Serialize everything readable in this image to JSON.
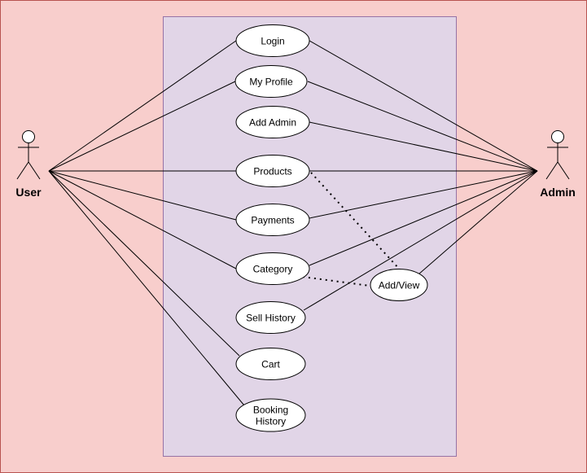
{
  "diagram": {
    "actors": {
      "user": {
        "label": "User"
      },
      "admin": {
        "label": "Admin"
      }
    },
    "use_cases": {
      "login": {
        "label": "Login"
      },
      "my_profile": {
        "label": "My Profile"
      },
      "add_admin": {
        "label": "Add Admin"
      },
      "products": {
        "label": "Products"
      },
      "payments": {
        "label": "Payments"
      },
      "category": {
        "label": "Category"
      },
      "sell_history": {
        "label": "Sell History"
      },
      "cart": {
        "label": "Cart"
      },
      "booking_history": {
        "label_line1": "Booking",
        "label_line2": "History"
      },
      "add_view": {
        "label": "Add/View"
      }
    },
    "colors": {
      "background": "#f8cecc",
      "background_border": "#b85450",
      "system_boundary": "#e1d5e7",
      "system_border": "#9673a6",
      "ellipse_fill": "#ffffff",
      "stroke": "#000000"
    }
  }
}
